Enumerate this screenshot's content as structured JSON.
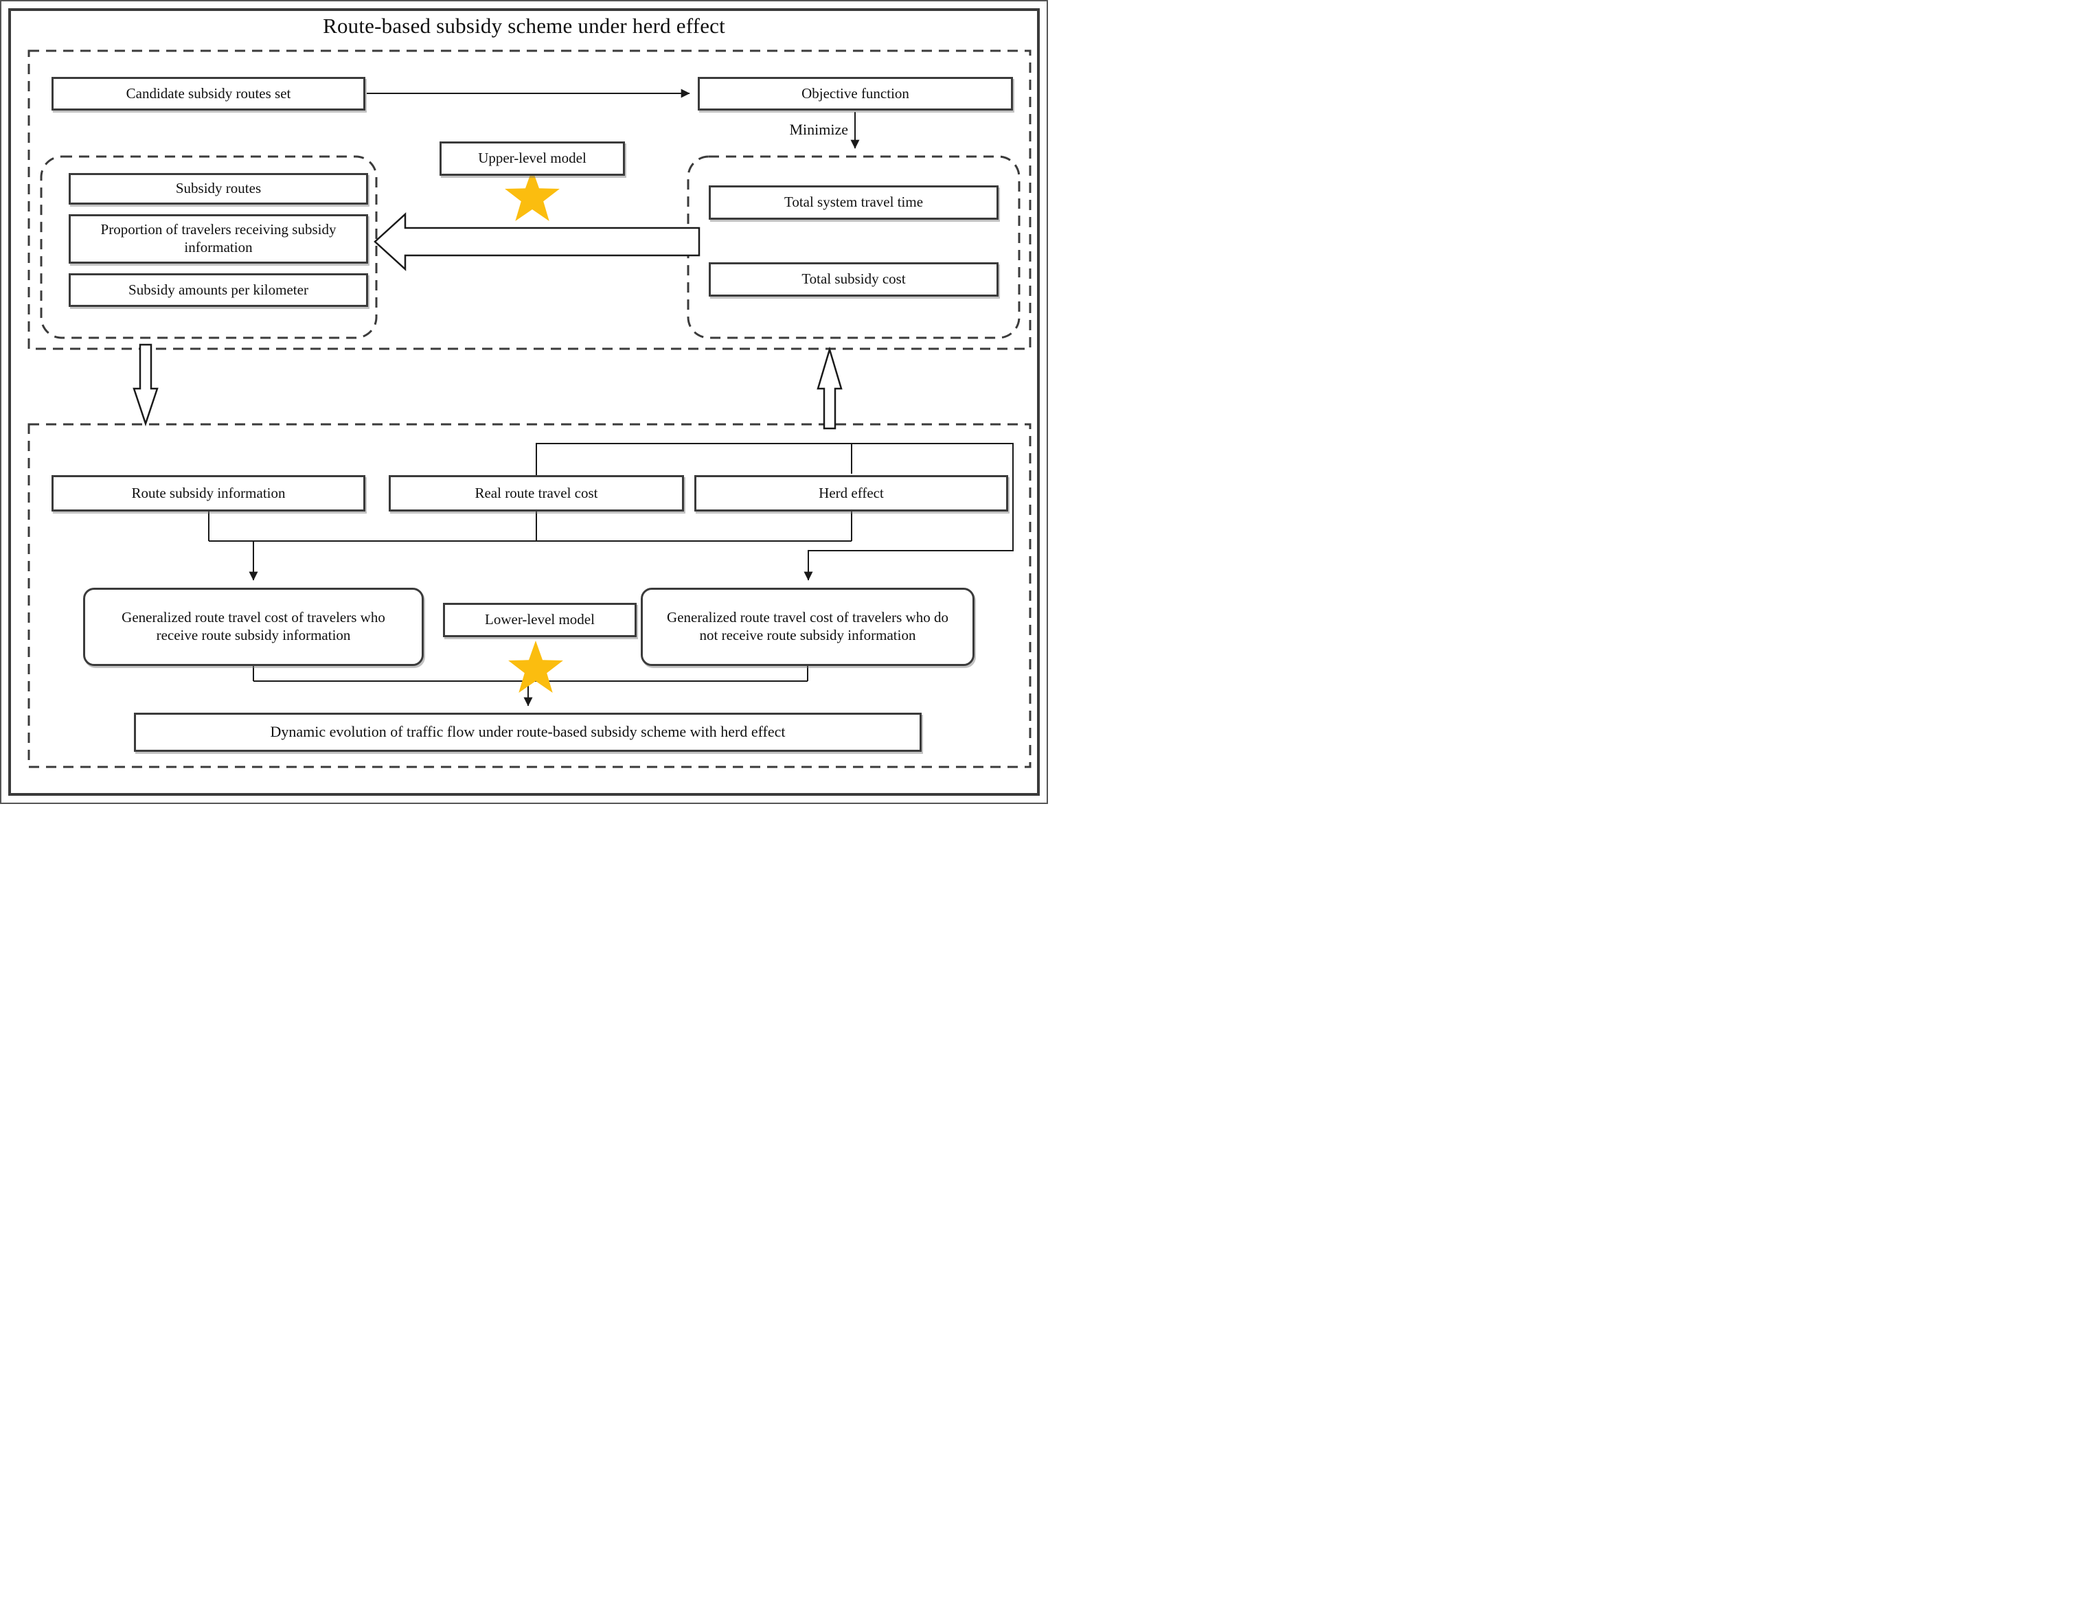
{
  "title": "Route-based subsidy scheme under herd effect",
  "colors": {
    "star": "#FBBD0F",
    "line": "#1a1a1a",
    "border": "#3b3b3b"
  },
  "upper": {
    "candidate": "Candidate subsidy routes set",
    "objective": "Objective function",
    "minimize_label": "Minimize",
    "model_label": "Upper-level model",
    "decision_panel": {
      "subsidy_routes": "Subsidy routes",
      "proportion": "Proportion of travelers receiving subsidy information",
      "amounts": "Subsidy amounts per kilometer"
    },
    "objective_panel": {
      "travel_time": "Total system travel time",
      "subsidy_cost": "Total subsidy cost"
    }
  },
  "lower": {
    "model_label": "Lower-level model",
    "route_subsidy_info": "Route subsidy information",
    "real_route_cost": "Real route travel cost",
    "herd_effect": "Herd effect",
    "gen_cost_receive": "Generalized route travel cost of travelers who receive route subsidy information",
    "gen_cost_not_receive": "Generalized route travel cost of travelers who do not receive route subsidy information",
    "dynamic_evolution": "Dynamic evolution of traffic flow under route-based subsidy scheme with herd effect"
  }
}
